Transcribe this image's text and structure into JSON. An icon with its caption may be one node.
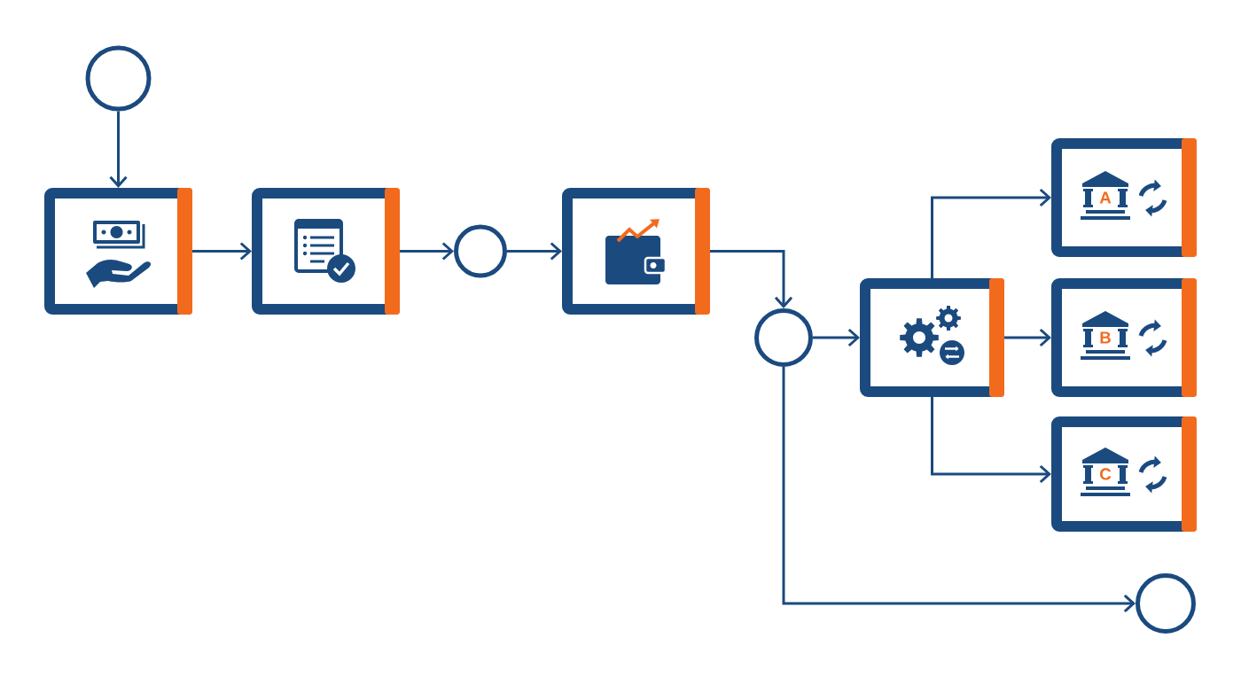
{
  "diagram": {
    "nodes": [
      {
        "text": [],
        "shape": "circle"
      },
      {
        "text": [],
        "shape": "box"
      },
      {
        "text": [],
        "shape": "box"
      },
      {
        "text": [],
        "shape": "circle"
      },
      {
        "text": [],
        "shape": "box"
      },
      {
        "text": [],
        "shape": "circle"
      },
      {
        "text": [],
        "shape": "box"
      },
      {
        "text": [
          "A"
        ]
      },
      {
        "text": [
          "B"
        ]
      },
      {
        "text": [
          "C"
        ]
      },
      {
        "text": [],
        "shape": "circle"
      }
    ],
    "edges": [
      {
        "from": 0,
        "to": 1,
        "arrow": "to"
      },
      {
        "from": 1,
        "to": 2,
        "arrow": "to"
      },
      {
        "from": 2,
        "to": 3,
        "arrow": "to"
      },
      {
        "from": 3,
        "to": 4,
        "arrow": "to"
      },
      {
        "from": 4,
        "to": 5,
        "arrow": "to"
      },
      {
        "from": 5,
        "to": 6,
        "arrow": "to"
      },
      {
        "from": 6,
        "to": 7,
        "arrow": "to"
      },
      {
        "from": 6,
        "to": 8,
        "arrow": "to"
      },
      {
        "from": 6,
        "to": 9,
        "arrow": "to"
      },
      {
        "from": 5,
        "to": 10,
        "arrow": "to"
      }
    ]
  }
}
